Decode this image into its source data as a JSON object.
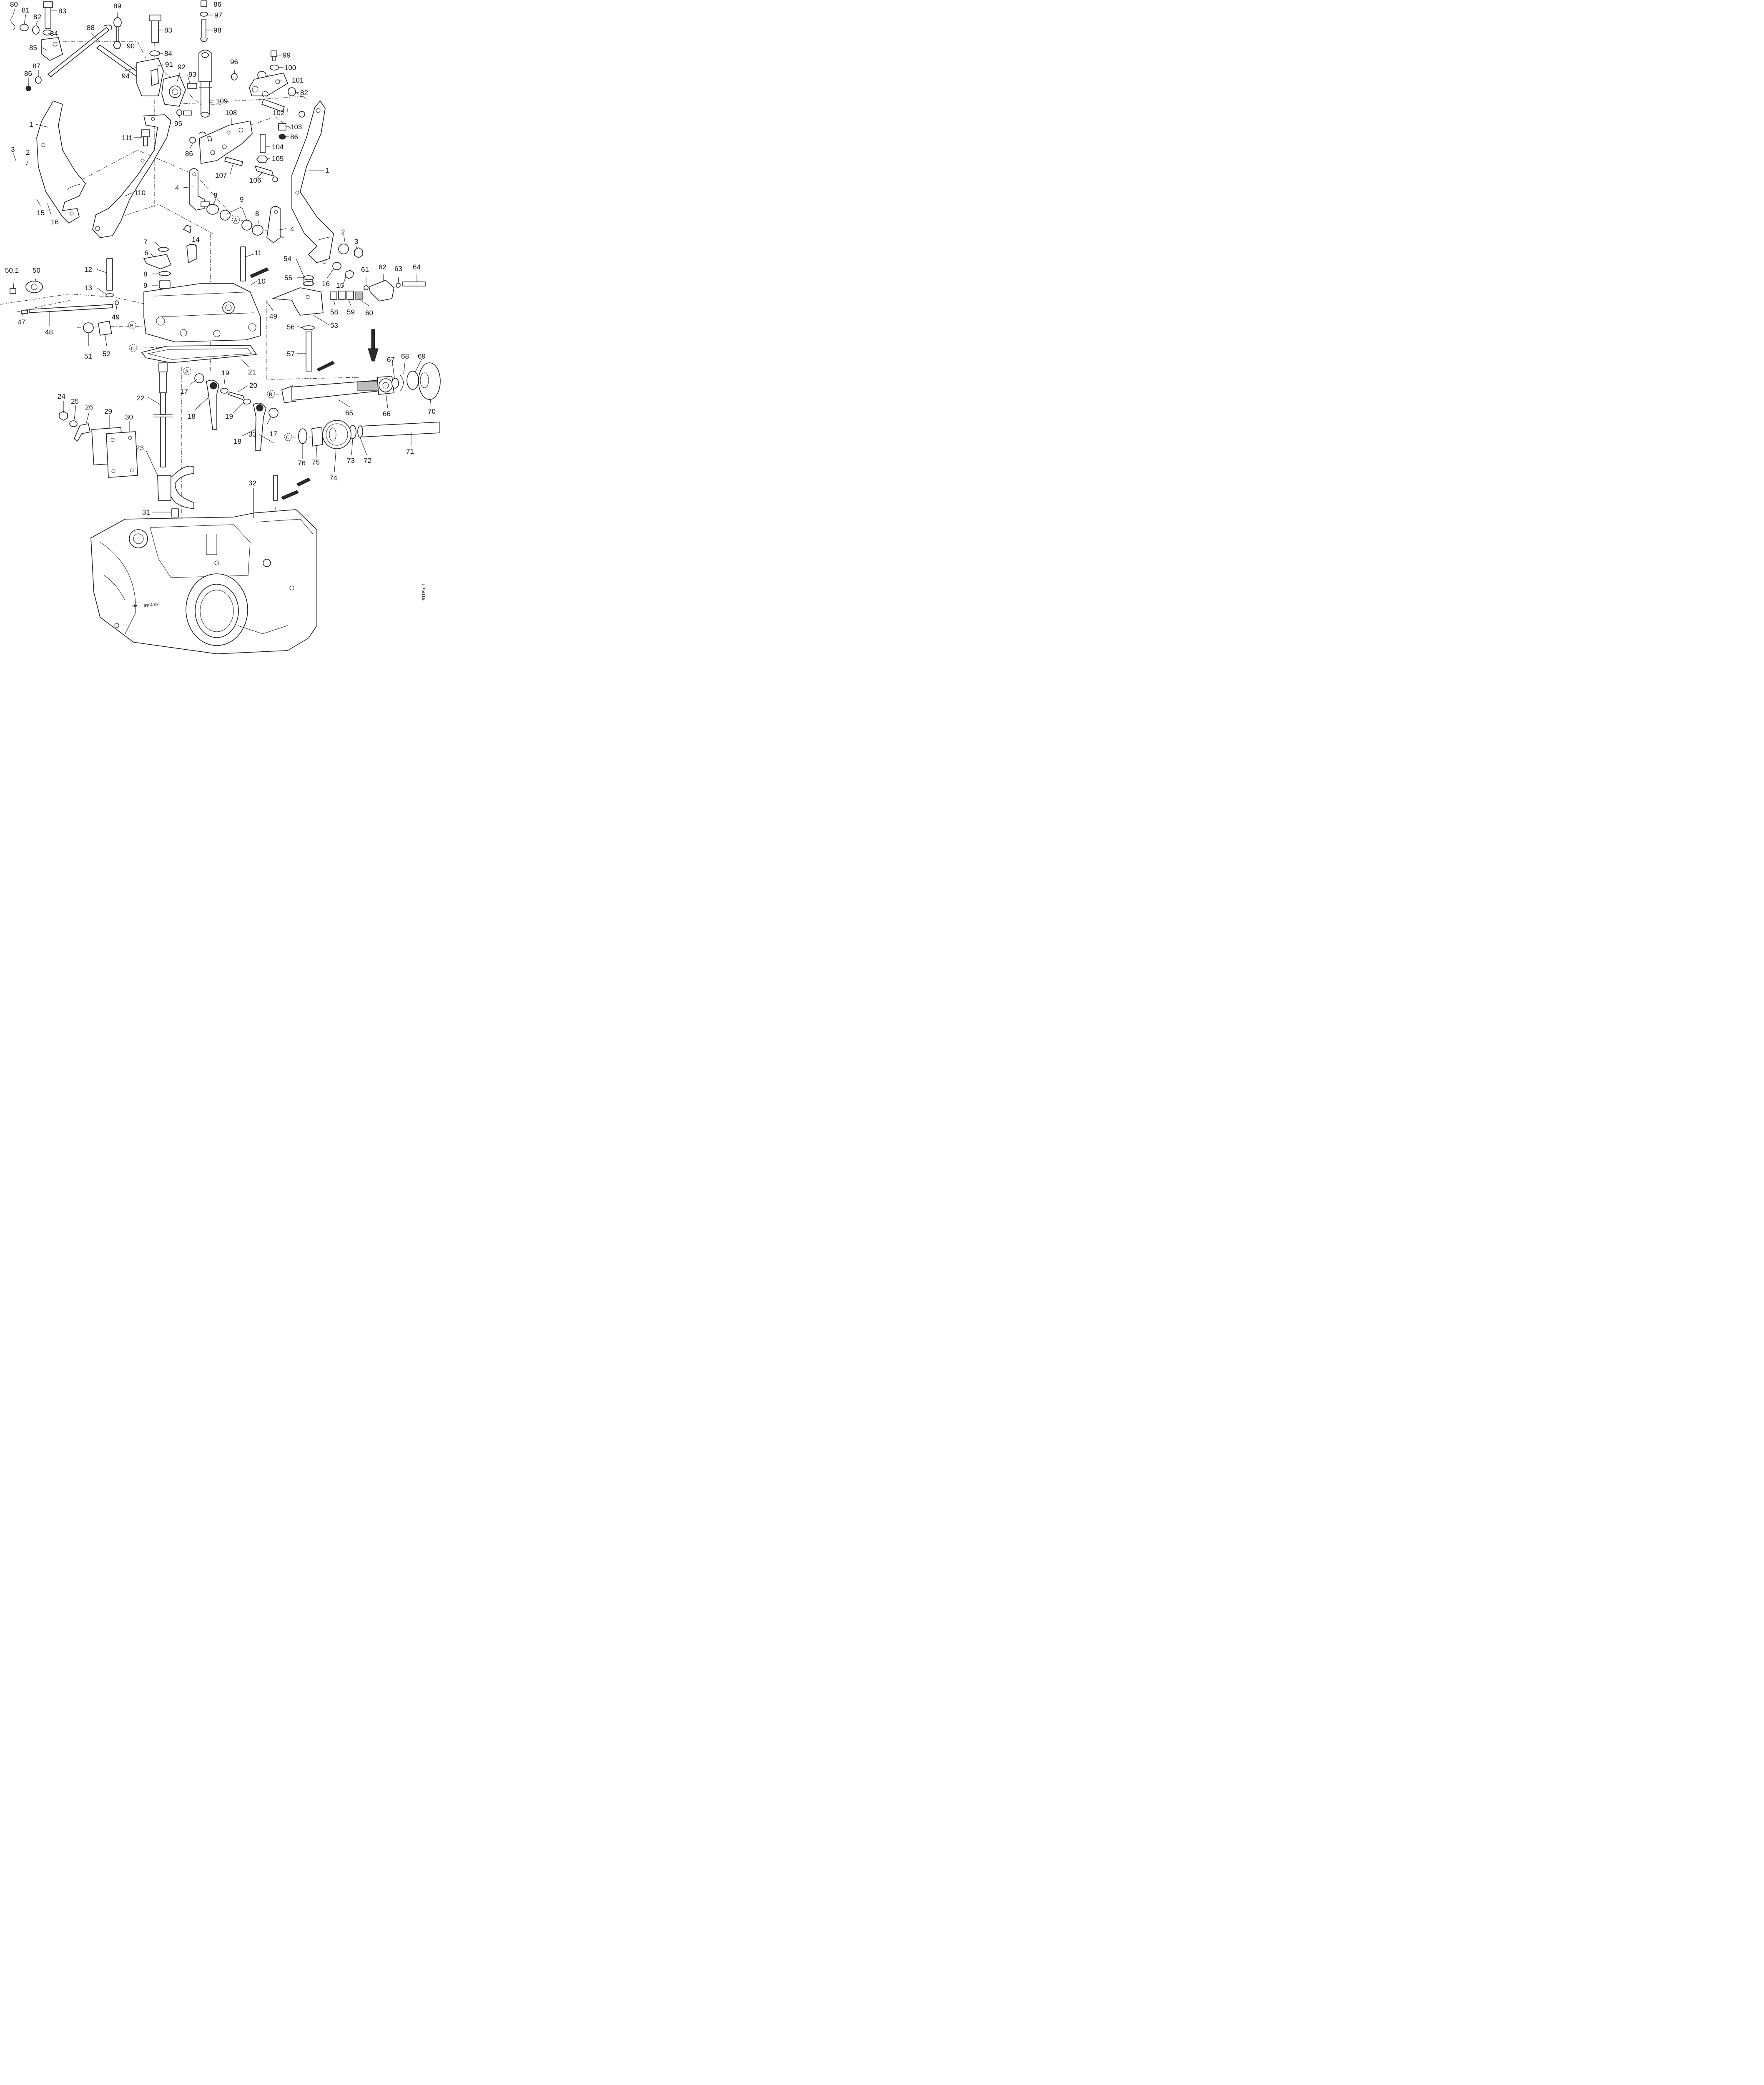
{
  "figure_code": "6118b_1",
  "casting_mark": "R852 26",
  "casting_brand": "rta",
  "reference_letters": [
    "A",
    "B",
    "C"
  ],
  "callouts": [
    "1",
    "2",
    "3",
    "4",
    "6",
    "7",
    "8",
    "9",
    "10",
    "11",
    "12",
    "13",
    "14",
    "15",
    "16",
    "17",
    "18",
    "19",
    "20",
    "21",
    "22",
    "23",
    "24",
    "25",
    "26",
    "29",
    "30",
    "31",
    "32",
    "33",
    "47",
    "48",
    "49",
    "50",
    "50.1",
    "51",
    "52",
    "53",
    "54",
    "55",
    "56",
    "57",
    "58",
    "59",
    "60",
    "61",
    "62",
    "63",
    "64",
    "65",
    "66",
    "67",
    "68",
    "69",
    "70",
    "71",
    "72",
    "73",
    "74",
    "75",
    "76",
    "80",
    "81",
    "82",
    "83",
    "84",
    "85",
    "86",
    "87",
    "88",
    "89",
    "90",
    "91",
    "92",
    "93",
    "94",
    "95",
    "96",
    "97",
    "98",
    "99",
    "100",
    "101",
    "102",
    "103",
    "104",
    "105",
    "106",
    "107",
    "108",
    "109",
    "110",
    "111"
  ]
}
